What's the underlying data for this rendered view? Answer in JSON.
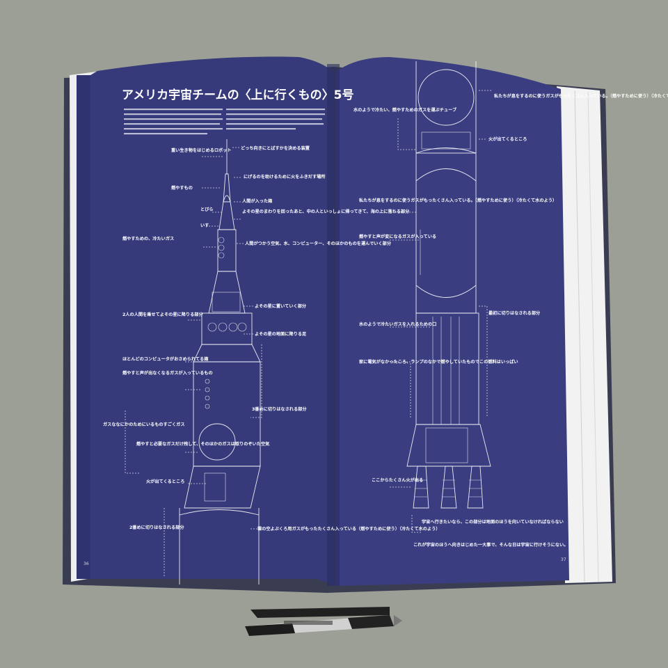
{
  "book": {
    "title": "アメリカ宇宙チームの〈上に行くもの〉5号",
    "page_left": "36",
    "page_right": "37"
  },
  "left_labels": [
    "どっち向きにとばすかを決める装置",
    "にげるのを助けるために火をふきだす場所",
    "人間が入った箱",
    "とびら",
    "いす",
    "よその星のまわりを回ったあと、中の人といっしょに帰ってきて、海の上に落ちる部分",
    "人間がつかう空気、水、コンピューター、そのほかのものを運んでいく部分",
    "よその星に置いていく部分",
    "よその星の地面に降りる足",
    "2人の人間を乗せてよその星に降りる部分",
    "ほとんどのコンピュータがおさめられてる箱",
    "燃やすための、冷たいガス",
    "燃やすと声が出なくなるガスが入っているもの",
    "3番めに切りはなされる部分",
    "ガスななにかのためにいるものすごくガス",
    "燃やすと必要なガスだけ残して、そのほかのガスは取りのぞいた空気",
    "火が出てくるところ",
    "2番めに切りはなされる部分",
    "重い生き物をはじめるロボット",
    "燃やすもの",
    "雲の空よぶくろ用ガスがもったたくさん入っている（燃やすために使う）（冷たくて水のよう）"
  ],
  "right_labels": [
    "水のようで冷たい、燃やすためのガスを運ぶチューブ",
    "私たちが息をするのに使うガスがもったくさん入っている。（燃やすために使う）（冷たくて水のよう）",
    "火が出てくるところ",
    "私たちが息をするのに使うガスがもったくさん入っている。（燃やすために使う）（冷たくて水のよう）",
    "燃やすと声が変になるガスが入っている",
    "最初に切りはなされる部分",
    "水のようで冷たいガスを入れるための口",
    "家に電気がなかったころ、ランプのなかで燃やしていたものでこの燃料はいっぱい",
    "ここからたくさん火が出る",
    "宇宙へ行きたいなら、この部分は地面のほうを向いていなければならない",
    "これが宇宙のほうへ向きはじめた一大事で、そんな日は宇宙に行けそうにない。"
  ]
}
